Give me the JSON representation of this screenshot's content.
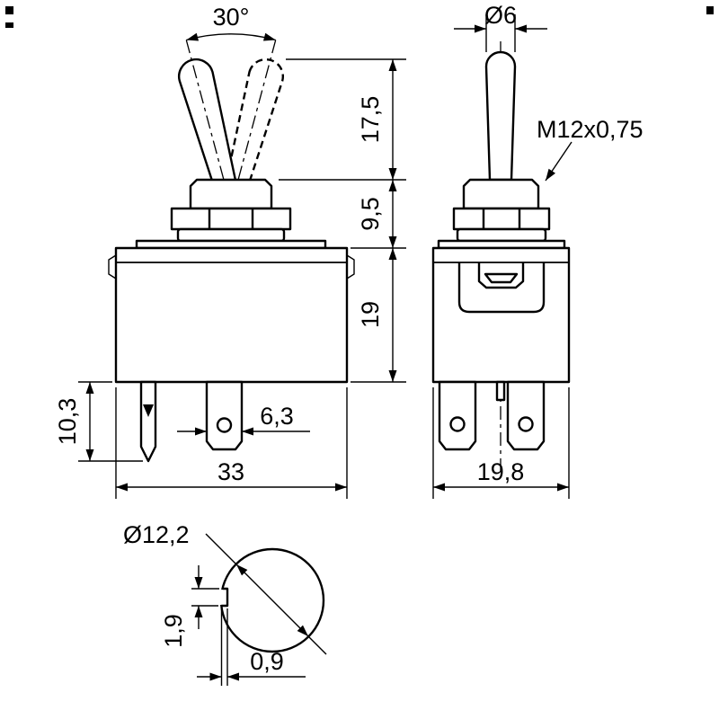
{
  "drawing": {
    "front_view": {
      "angle_label": "30°",
      "dim_lever_height": "17,5",
      "dim_bushing_height": "9,5",
      "dim_body_height": "19",
      "dim_pin_length": "10,3",
      "dim_terminal_width": "6,3",
      "dim_body_width": "33"
    },
    "side_view": {
      "dim_lever_diameter": "Ø6",
      "thread_label": "M12x0,75",
      "dim_body_depth": "19,8"
    },
    "bottom_view": {
      "dim_bushing_diameter": "Ø12,2",
      "dim_keyway_width": "1,9",
      "dim_keyway_depth": "0,9"
    },
    "colors": {
      "line": "#000000",
      "background": "#ffffff"
    }
  }
}
